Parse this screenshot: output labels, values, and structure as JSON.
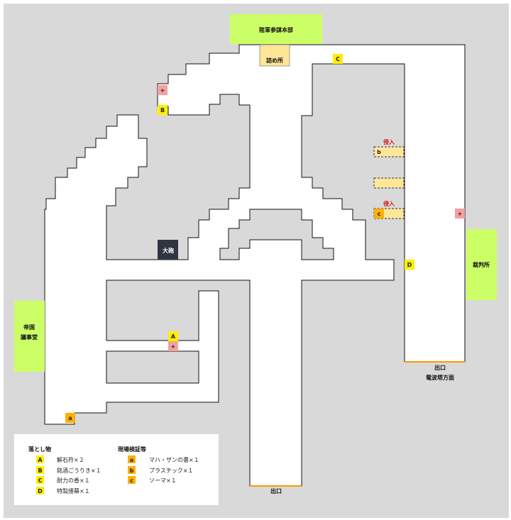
{
  "places": {
    "army_hq": "陸軍参謀本部",
    "guard_post": "詰め所",
    "court": "裁判所",
    "diet_line1": "帝国",
    "diet_line2": "議事堂",
    "cannon": "大砲",
    "exit_right": "出口",
    "exit_right_sub": "電波塔方面",
    "exit_bottom": "出口"
  },
  "intrusion_labels": [
    "侵入",
    "侵入"
  ],
  "markers": {
    "A": "A",
    "B": "B",
    "C": "C",
    "D": "D",
    "a": "a",
    "b": "b",
    "c": "c",
    "plus": "+"
  },
  "legend": {
    "drops_title": "落とし物",
    "drops": [
      {
        "key": "A",
        "text": "解石符×２"
      },
      {
        "key": "B",
        "text": "銘酒ごうりき×１"
      },
      {
        "key": "C",
        "text": "耐力の香×１"
      },
      {
        "key": "D",
        "text": "特製煙幕×１"
      }
    ],
    "evidence_title": "現場検証等",
    "evidence": [
      {
        "key": "a",
        "text": "マハ・ザンの書×１"
      },
      {
        "key": "b",
        "text": "プラスチック×１"
      },
      {
        "key": "c",
        "text": "ソーマ×１"
      }
    ]
  },
  "colors": {
    "background": "#d9d9d9",
    "corridor": "#ffffff",
    "building": "#ccff66",
    "drop_marker": "#ffee00",
    "evidence_marker": "#ffb000",
    "plus_marker": "#f4a0a0",
    "guard_post": "#ffe699",
    "cannon": "#2f3540",
    "exit_line": "#ff9900",
    "intrusion": "#d81e1e"
  }
}
